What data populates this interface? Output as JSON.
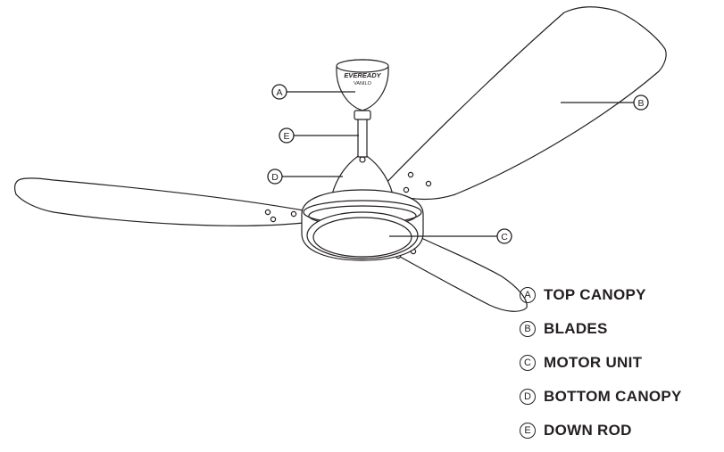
{
  "brand": {
    "name": "EVEREADY",
    "model": "VANILO"
  },
  "parts": [
    {
      "letter": "A",
      "label": "TOP CANOPY"
    },
    {
      "letter": "B",
      "label": "BLADES"
    },
    {
      "letter": "C",
      "label": "MOTOR UNIT"
    },
    {
      "letter": "D",
      "label": "BOTTOM CANOPY"
    },
    {
      "letter": "E",
      "label": "DOWN ROD"
    }
  ],
  "colors": {
    "line": "#231f20",
    "background": "#ffffff"
  }
}
